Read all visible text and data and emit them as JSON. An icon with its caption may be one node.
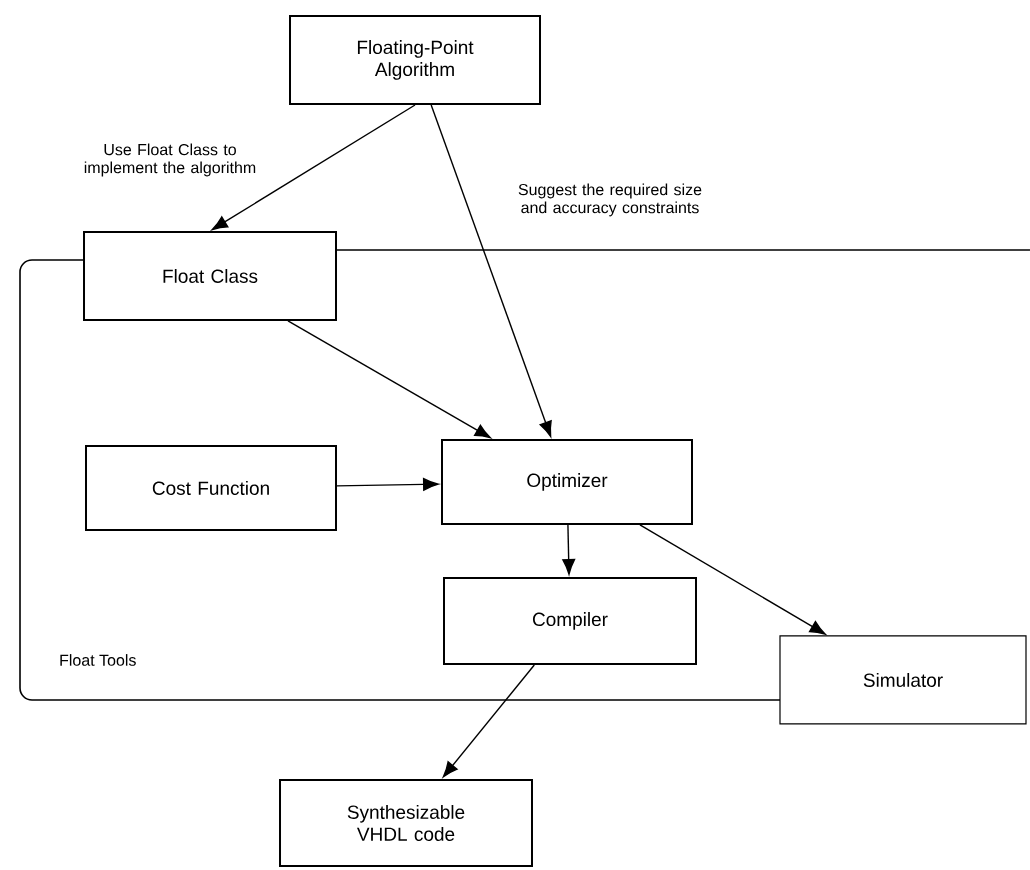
{
  "diagram": {
    "nodes": [
      {
        "text": [
          "Floating-Point Algorithm"
        ]
      },
      {
        "text": [
          "Float Tools"
        ]
      },
      {
        "text": [
          "Float Class"
        ]
      },
      {
        "text": [
          "Cost Function"
        ],
        "in": 1
      },
      {
        "text": [
          "Optimizer"
        ],
        "in": 1
      },
      {
        "text": [
          "Compiler"
        ],
        "in": 1
      },
      {
        "text": [
          "Simulator"
        ]
      },
      {
        "text": [
          "Synthesizable VHDL code"
        ]
      }
    ],
    "edges": [
      {
        "from": 0,
        "to": 2,
        "arrow": "to",
        "label": "Use Float Class to implement the algorithm"
      },
      {
        "from": 0,
        "to": 4,
        "arrow": "to",
        "label": "Suggest the required size and accuracy constraints"
      },
      {
        "from": 2,
        "to": 4,
        "arrow": "to"
      },
      {
        "from": 3,
        "to": 4,
        "arrow": "to"
      },
      {
        "from": 4,
        "to": 5,
        "arrow": "to"
      },
      {
        "from": 4,
        "to": 6,
        "arrow": "to"
      },
      {
        "from": 5,
        "to": 7,
        "arrow": "to"
      }
    ]
  }
}
